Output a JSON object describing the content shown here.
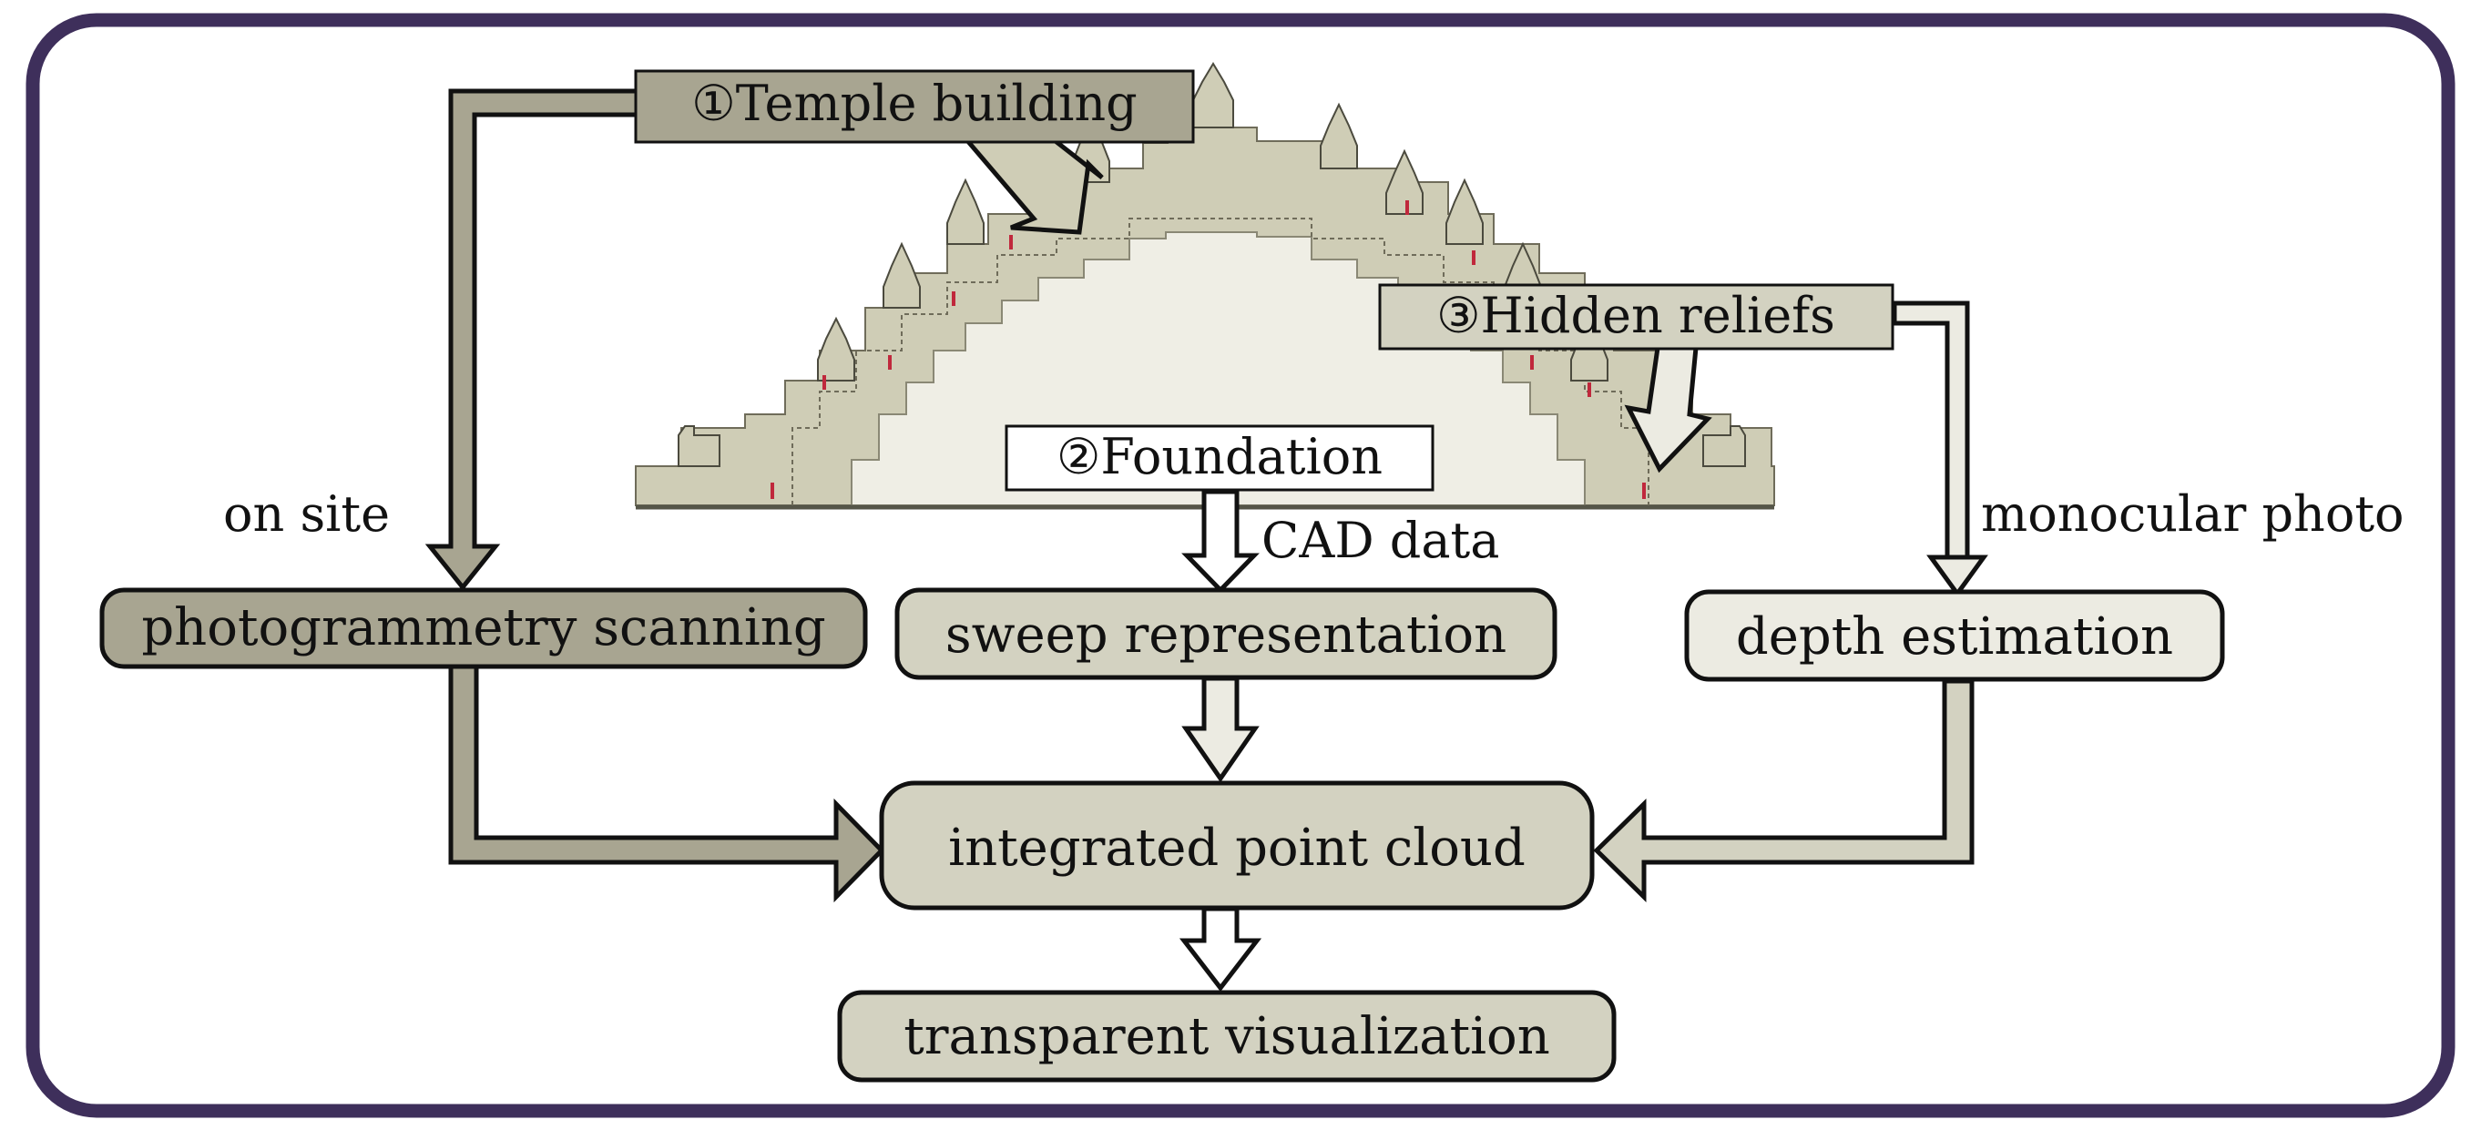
{
  "labels": {
    "temple_building": "①Temple building",
    "foundation": "②Foundation",
    "hidden_reliefs": "③Hidden reliefs",
    "on_site": "on site",
    "cad_data": "CAD data",
    "monocular_photo": "monocular photo"
  },
  "nodes": {
    "photogrammetry": "photogrammetry scanning",
    "sweep": "sweep representation",
    "depth": "depth estimation",
    "integrated": "integrated point cloud",
    "visualization": "transparent visualization"
  },
  "colors": {
    "frame_border": "#3e2f5b",
    "dark_fill": "#a8a591",
    "mid_fill": "#d3d2c1",
    "light_fill": "#ecebe2",
    "temple_outer": "#cfcdb6",
    "temple_inner": "#efeee5",
    "accent_red": "#c0283c",
    "stroke": "#111111"
  }
}
